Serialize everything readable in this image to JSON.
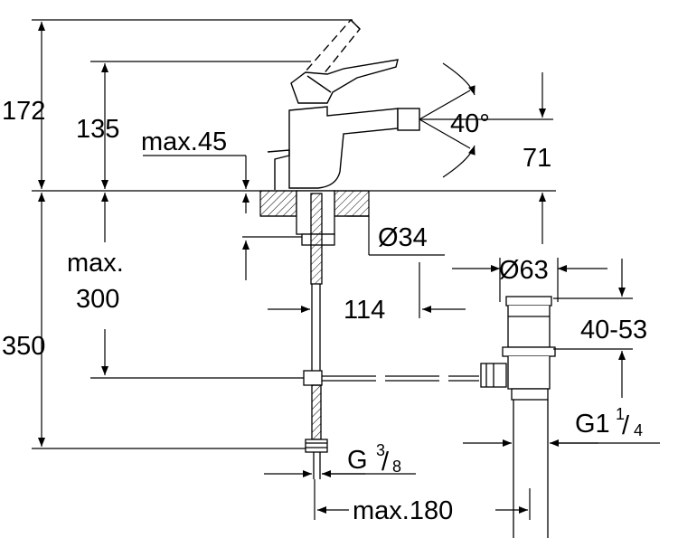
{
  "dimensions": {
    "overall_height": "172",
    "lever_height": "135",
    "deck_max": "max.45",
    "angle": "40°",
    "spout_height": "71",
    "hole_diameter": "Ø34",
    "below_max_line1": "max.",
    "below_max_line2": "300",
    "below_total": "350",
    "spout_reach": "114",
    "waste_diameter": "Ø63",
    "waste_range": "40-53",
    "waste_thread_main": "G1",
    "waste_thread_num": "1",
    "waste_thread_den": "4",
    "supply_thread_main": "G",
    "supply_thread_num": "3",
    "supply_thread_den": "8",
    "max_offset": "max.180"
  },
  "colors": {
    "line": "#000000",
    "background": "#ffffff"
  }
}
